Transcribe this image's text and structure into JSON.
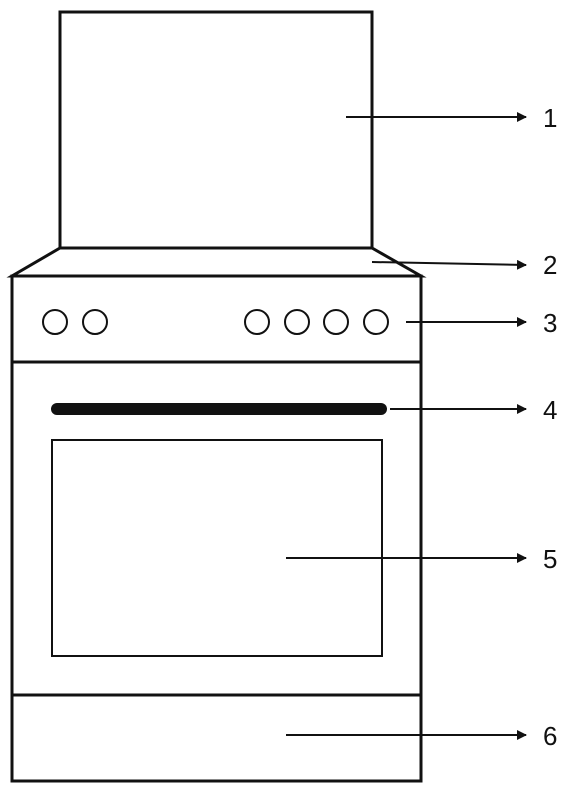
{
  "colors": {
    "stroke": "#111111",
    "background": "#ffffff"
  },
  "callouts": [
    {
      "number": "1",
      "part": "lid"
    },
    {
      "number": "2",
      "part": "cooktop-surface"
    },
    {
      "number": "3",
      "part": "control-panel-knobs"
    },
    {
      "number": "4",
      "part": "oven-door-handle"
    },
    {
      "number": "5",
      "part": "oven-door-window"
    },
    {
      "number": "6",
      "part": "storage-drawer"
    }
  ],
  "control_panel": {
    "knob_count_left": 2,
    "knob_count_right": 4
  }
}
